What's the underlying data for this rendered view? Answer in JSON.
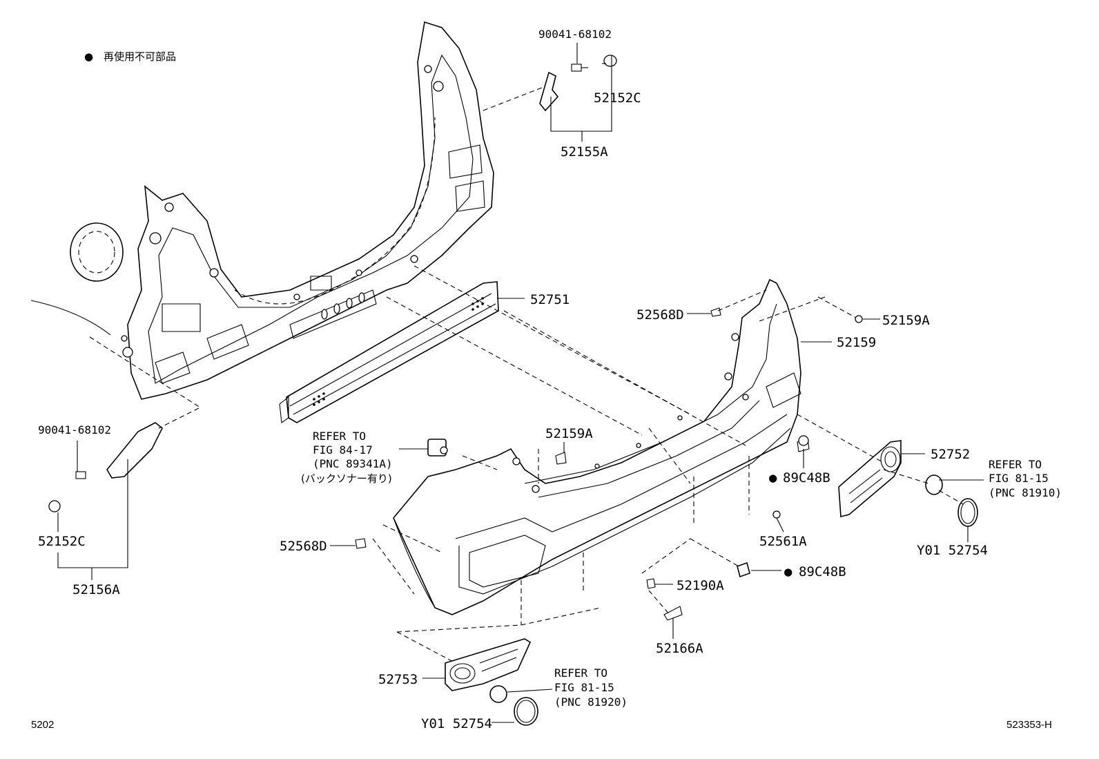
{
  "legend": {
    "symbol": "●",
    "text": "再使用不可部品"
  },
  "labels": {
    "p90041_top": "90041-68102",
    "p52152c_top": "52152C",
    "p52155a": "52155A",
    "p52751": "52751",
    "p52568d_top": "52568D",
    "p52159a_top": "52159A",
    "p52159": "52159",
    "p90041_left": "90041-68102",
    "p52152c_left": "52152C",
    "p52156a": "52156A",
    "p52159a_mid": "52159A",
    "p89c48b_mid": "89C48B",
    "p52752": "52752",
    "p52561a": "52561A",
    "p52568d_left": "52568D",
    "p89c48b_low": "89C48B",
    "p52190a": "52190A",
    "p52166a": "52166A",
    "p52753": "52753",
    "p52754_right": "Y01 52754",
    "p52754_bottom": "Y01 52754"
  },
  "notes": {
    "sonar": {
      "line1": "REFER TO",
      "line2": "FIG 84-17",
      "line3": "(PNC 89341A)",
      "line4": "(バックソナー有り)"
    },
    "right_ref": {
      "line1": "REFER TO",
      "line2": "FIG 81-15",
      "line3": "(PNC 81910)"
    },
    "bottom_ref": {
      "line1": "REFER TO",
      "line2": "FIG 81-15",
      "line3": "(PNC 81920)"
    }
  },
  "footer": {
    "left_code": "5202",
    "right_code": "523353-H"
  },
  "bullet": "●"
}
